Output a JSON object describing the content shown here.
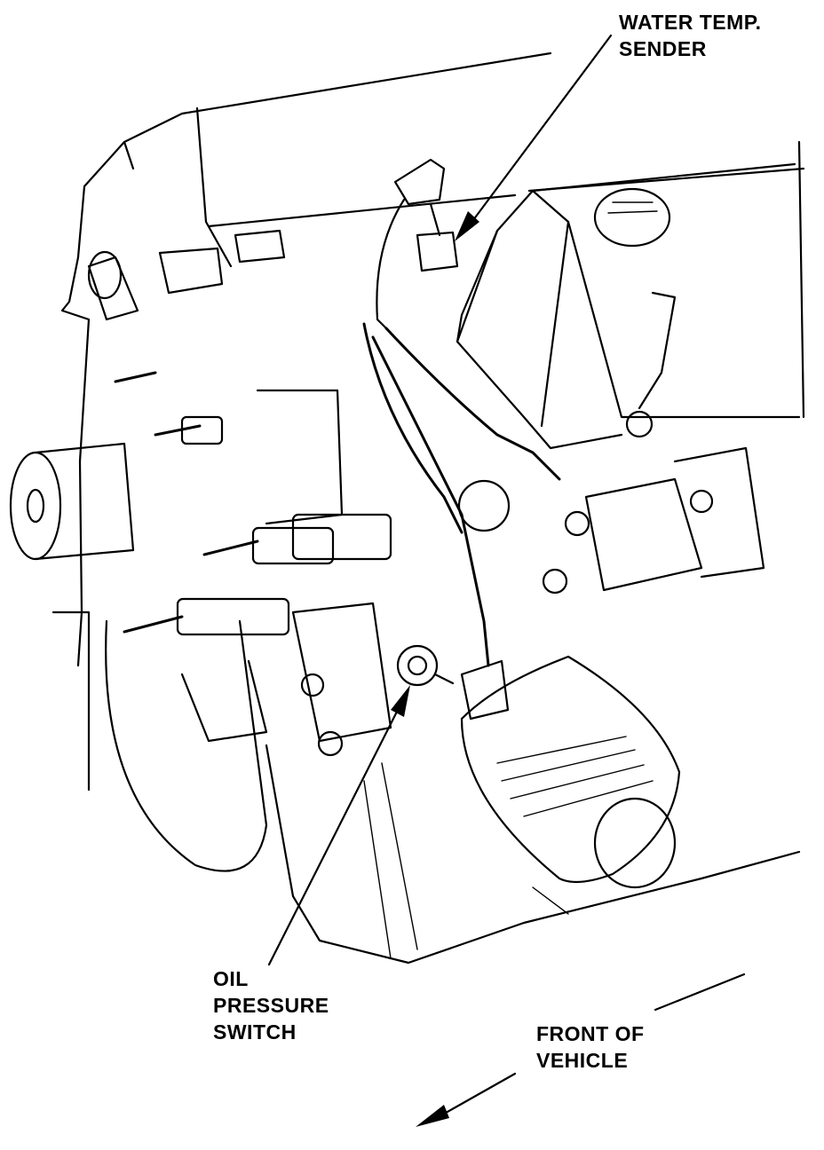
{
  "labels": {
    "water_temp_sender": [
      "WATER TEMP.",
      "SENDER"
    ],
    "oil_pressure_switch": [
      "OIL",
      "PRESSURE",
      "SWITCH"
    ],
    "front_of_vehicle": [
      "FRONT OF",
      "VEHICLE"
    ]
  },
  "colors": {
    "line": "#000000",
    "background": "#ffffff"
  }
}
